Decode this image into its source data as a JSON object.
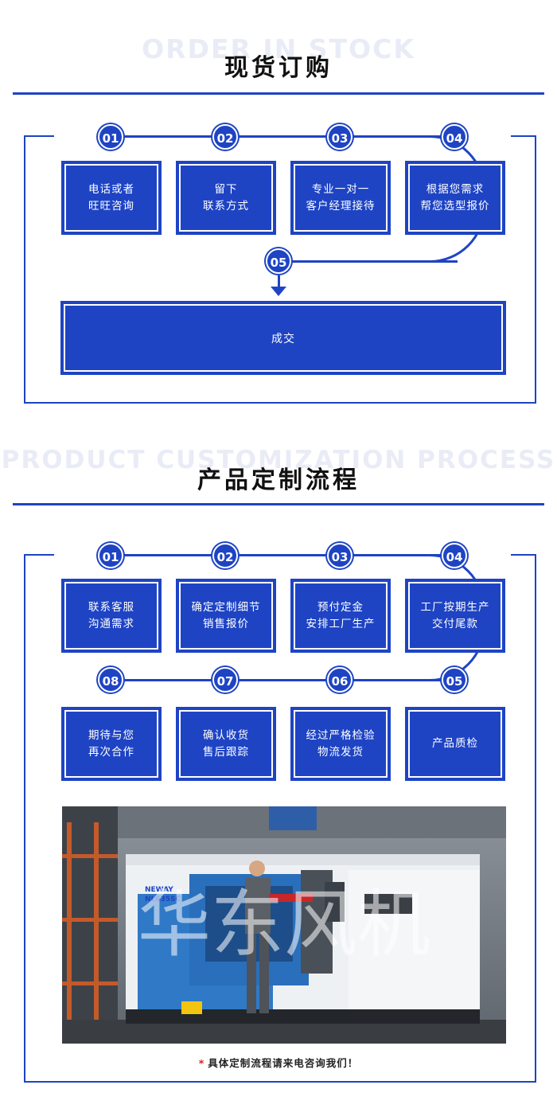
{
  "section1": {
    "bg_title": "ORDER IN STOCK",
    "title": "现货订购",
    "steps": [
      {
        "num": "01",
        "line1": "电话或者",
        "line2": "旺旺咨询"
      },
      {
        "num": "02",
        "line1": "留下",
        "line2": "联系方式"
      },
      {
        "num": "03",
        "line1": "专业一对一",
        "line2": "客户经理接待"
      },
      {
        "num": "04",
        "line1": "根据您需求",
        "line2": "帮您选型报价"
      },
      {
        "num": "05",
        "label": "成交"
      }
    ]
  },
  "section2": {
    "bg_title": "PRODUCT CUSTOMIZATION PROCESS",
    "title": "产品定制流程",
    "steps": [
      {
        "num": "01",
        "line1": "联系客服",
        "line2": "沟通需求"
      },
      {
        "num": "02",
        "line1": "确定定制细节",
        "line2": "销售报价"
      },
      {
        "num": "03",
        "line1": "预付定金",
        "line2": "安排工厂生产"
      },
      {
        "num": "04",
        "line1": "工厂按期生产",
        "line2": "交付尾款"
      },
      {
        "num": "05",
        "line1": "产品质检",
        "line2": ""
      },
      {
        "num": "06",
        "line1": "经过严格检验",
        "line2": "物流发货"
      },
      {
        "num": "07",
        "line1": "确认收货",
        "line2": "售后跟踪"
      },
      {
        "num": "08",
        "line1": "期待与您",
        "line2": "再次合作"
      }
    ],
    "photo": {
      "machine_brand": "NEWAY",
      "machine_model": "NL635SC",
      "watermark": "华东风机"
    },
    "note_star": "*",
    "note": "具体定制流程请来电咨询我们！"
  },
  "colors": {
    "accent": "#1e44c4",
    "bg_title": "#e9ecf6"
  }
}
